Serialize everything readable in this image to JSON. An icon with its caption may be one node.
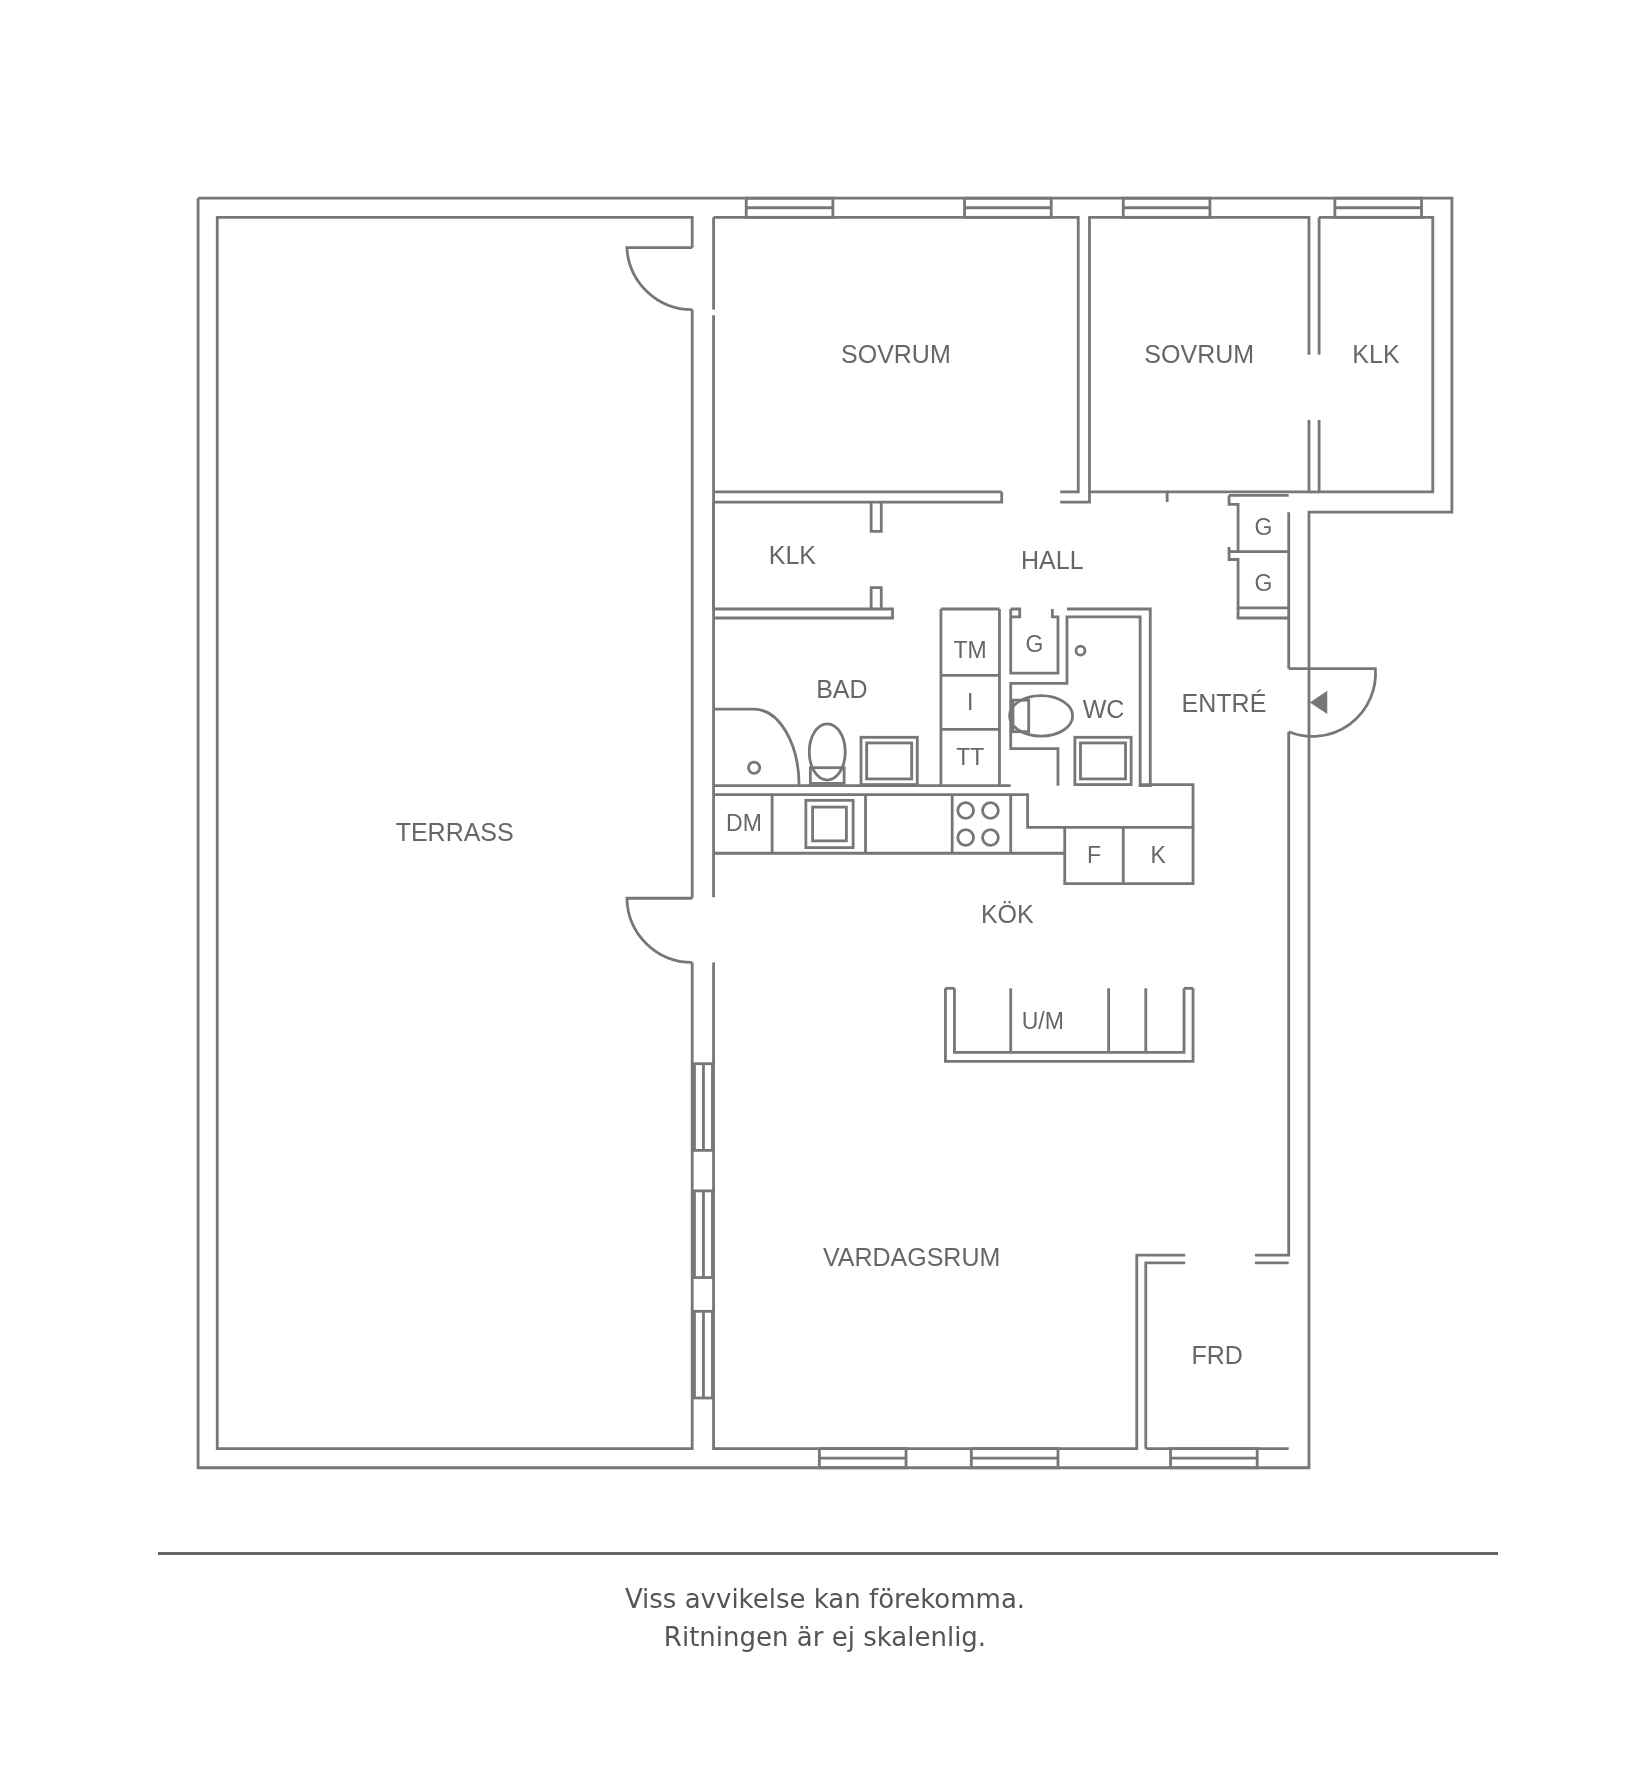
{
  "diagram": {
    "caption": "Viss avvikelse kan förekomma. Ritningen är ej skalenlig.",
    "nodes": [
      {
        "text": [
          "TERRASS"
        ]
      },
      {
        "text": [
          "SOVRUM"
        ]
      },
      {
        "text": [
          "SOVRUM"
        ]
      },
      {
        "text": [
          "KLK"
        ]
      },
      {
        "text": [
          "KLK"
        ]
      },
      {
        "text": [
          "HALL"
        ]
      },
      {
        "text": [
          "G"
        ]
      },
      {
        "text": [
          "G"
        ]
      },
      {
        "text": [
          "TM"
        ]
      },
      {
        "text": [
          "G"
        ]
      },
      {
        "text": [
          "BAD"
        ]
      },
      {
        "text": [
          "I"
        ]
      },
      {
        "text": [
          "WC"
        ]
      },
      {
        "text": [
          "ENTRÉ"
        ]
      },
      {
        "text": [
          "TT"
        ]
      },
      {
        "text": [
          "DM"
        ]
      },
      {
        "text": [
          "F"
        ]
      },
      {
        "text": [
          "K"
        ]
      },
      {
        "text": [
          "KÖK"
        ]
      },
      {
        "text": [
          "U/M"
        ]
      },
      {
        "text": [
          "VARDAGSRUM"
        ]
      },
      {
        "text": [
          "FRD"
        ]
      }
    ]
  }
}
